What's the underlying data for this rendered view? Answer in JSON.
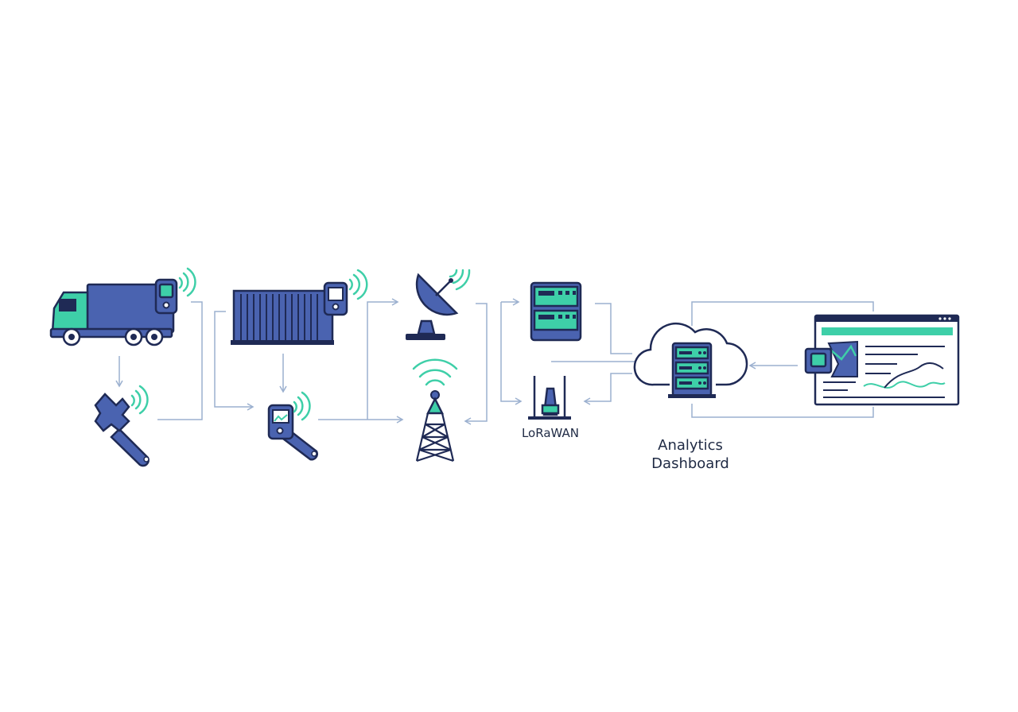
{
  "labels": {
    "gateway": "LoRaWAN",
    "dashboard_line1": "Analytics",
    "dashboard_line2": "Dashboard"
  },
  "colors": {
    "navy": "#1f2a55",
    "blue": "#4a63b0",
    "teal": "#3ecfa8",
    "connector": "#9bb0cf"
  },
  "icons": [
    "truck-icon",
    "wrench-icon",
    "shipping-container-icon",
    "handheld-sensor-icon",
    "satellite-dish-icon",
    "cell-tower-icon",
    "server-rack-icon",
    "lorawan-gateway-icon",
    "cloud-server-icon",
    "dashboard-window-icon"
  ]
}
